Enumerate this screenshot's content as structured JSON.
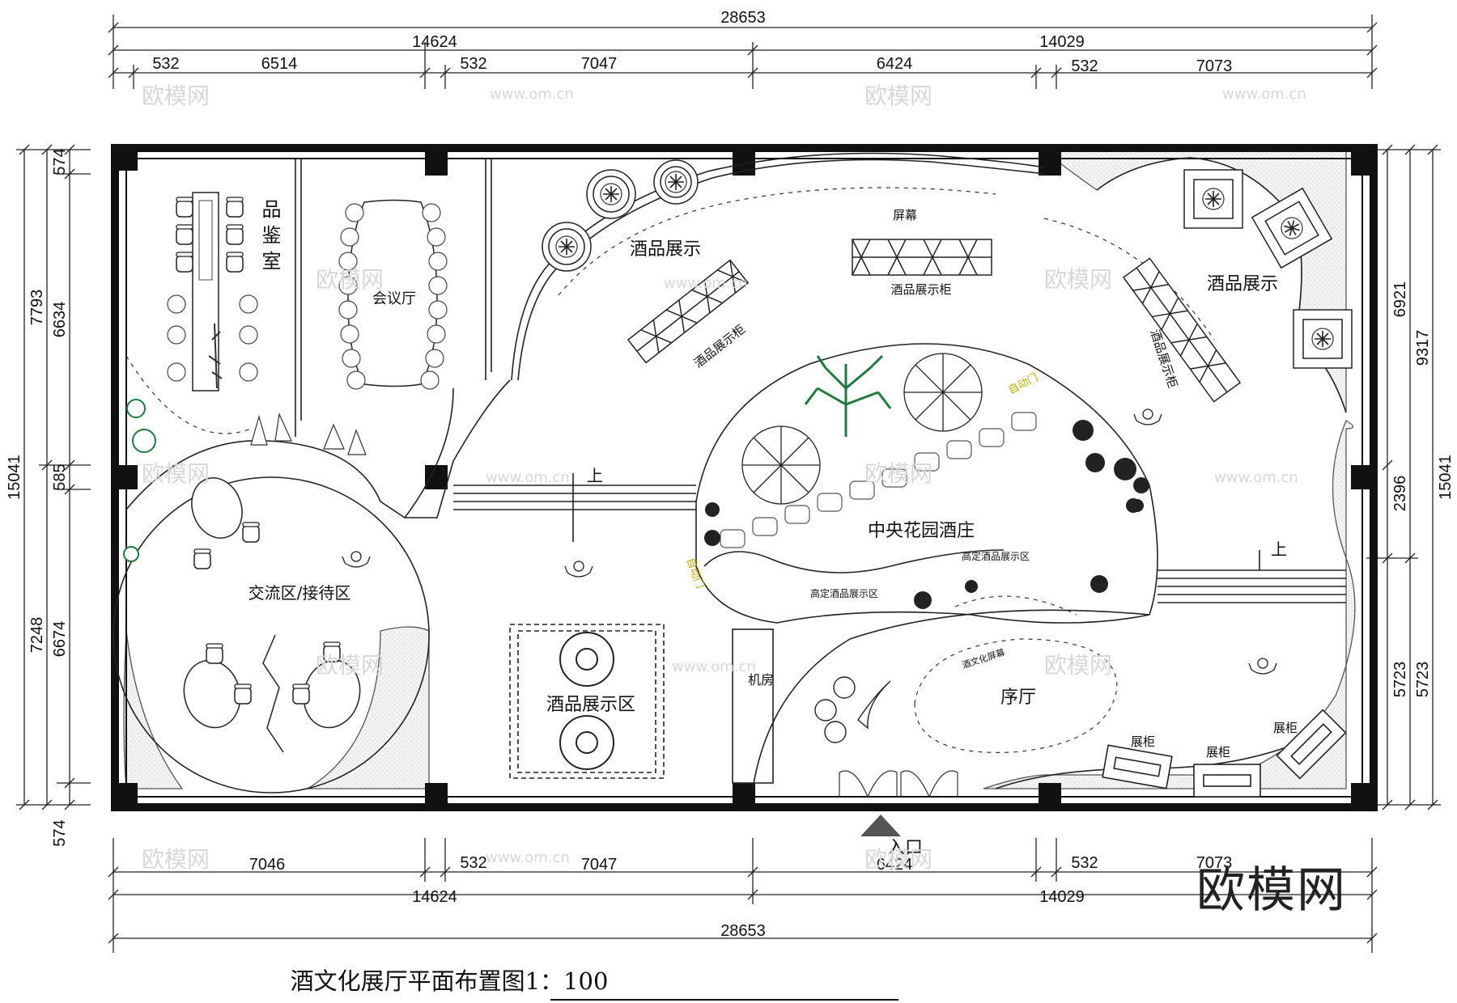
{
  "title": "酒文化展厅平面布置图1：100",
  "brand": "欧模网",
  "watermarks": [
    "欧模网",
    "www.om.cn"
  ],
  "rooms": {
    "tasting": "品鉴室",
    "meeting": "会议厅",
    "wine_display_1": "酒品展示",
    "wine_display_2": "酒品展示",
    "screen": "屏幕",
    "cabinet_top": "酒品展示柜",
    "cabinet_left": "酒品展示柜",
    "cabinet_right": "酒品展示柜",
    "auto_door_1": "自动门",
    "auto_door_2": "自动门",
    "garden": "中央花园酒庄",
    "custom_1": "高定酒品展示区",
    "custom_2": "高定酒品展示区",
    "exchange": "交流区/接待区",
    "display_area": "酒品展示区",
    "machine": "机房",
    "culture_screen": "酒文化屏幕",
    "lobby": "序厅",
    "case_1": "展柜",
    "case_2": "展柜",
    "case_3": "展柜",
    "up_1": "上",
    "up_2": "上",
    "entrance": "入口"
  },
  "dimensions": {
    "top_total": "28653",
    "top_half_left": "14624",
    "top_half_right": "14029",
    "top_segments": [
      "532",
      "6514",
      "532",
      "7047",
      "6424",
      "532",
      "7073"
    ],
    "bottom_total": "28653",
    "bottom_half_left": "14624",
    "bottom_half_right": "14029",
    "bottom_segments": [
      "7046",
      "532",
      "7047",
      "6424",
      "532",
      "7073"
    ],
    "left_total": "15041",
    "left_mid": [
      "7793",
      "7248"
    ],
    "left_segments": [
      "574",
      "6634",
      "585",
      "6674",
      "574"
    ],
    "right_total": "15041",
    "right_mid": [
      "9317",
      "5723"
    ],
    "right_segments": [
      "6921",
      "2396",
      "5723"
    ]
  }
}
